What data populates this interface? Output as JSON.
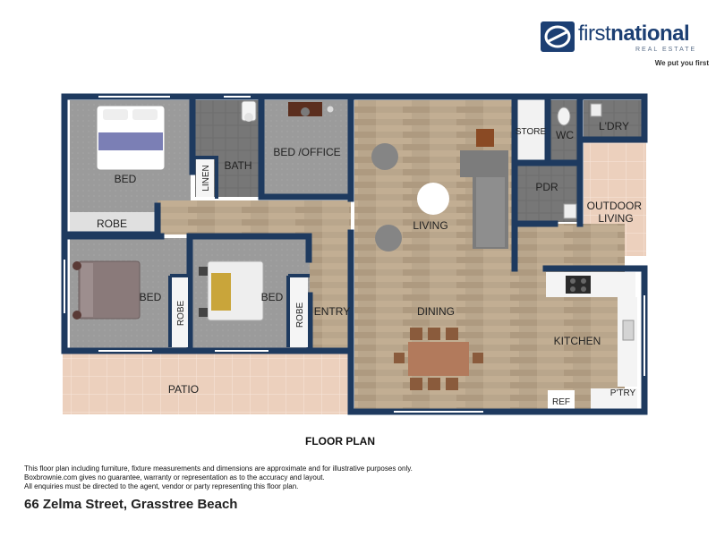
{
  "brand": {
    "name_first": "first",
    "name_second": "national",
    "subtitle": "REAL ESTATE",
    "tagline": "We put you first",
    "color": "#1c3f73"
  },
  "plan": {
    "title": "FLOOR PLAN",
    "rooms": {
      "bed1": "BED",
      "robe1": "ROBE",
      "linen": "LINEN",
      "bath": "BATH",
      "bed_office": "BED /OFFICE",
      "bed2": "BED",
      "robe2": "ROBE",
      "bed3": "BED",
      "robe3": "ROBE",
      "entry": "ENTRY",
      "patio": "PATIO",
      "living": "LIVING",
      "dining": "DINING",
      "store": "STORE",
      "wc": "WC",
      "ldry": "L'DRY",
      "pdr": "PDR",
      "outdoor_living": "OUTDOOR LIVING",
      "kitchen": "KITCHEN",
      "ref": "REF",
      "ptry": "P'TRY"
    },
    "colors": {
      "wall": "#1e3a5f",
      "carpet": "#9a9a9a",
      "timber": "#b8a48a",
      "tile": "#6e6e6e",
      "paving": "#e9cbb8"
    }
  },
  "disclaimer": [
    "This floor plan including furniture, fixture measurements and dimensions are approximate and for illustrative purposes only.",
    "Boxbrownie.com gives no guarantee, warranty or representation as to the accuracy and layout.",
    "All enquiries must be directed to the agent, vendor or party representing this floor plan."
  ],
  "address": "66 Zelma Street, Grasstree Beach"
}
